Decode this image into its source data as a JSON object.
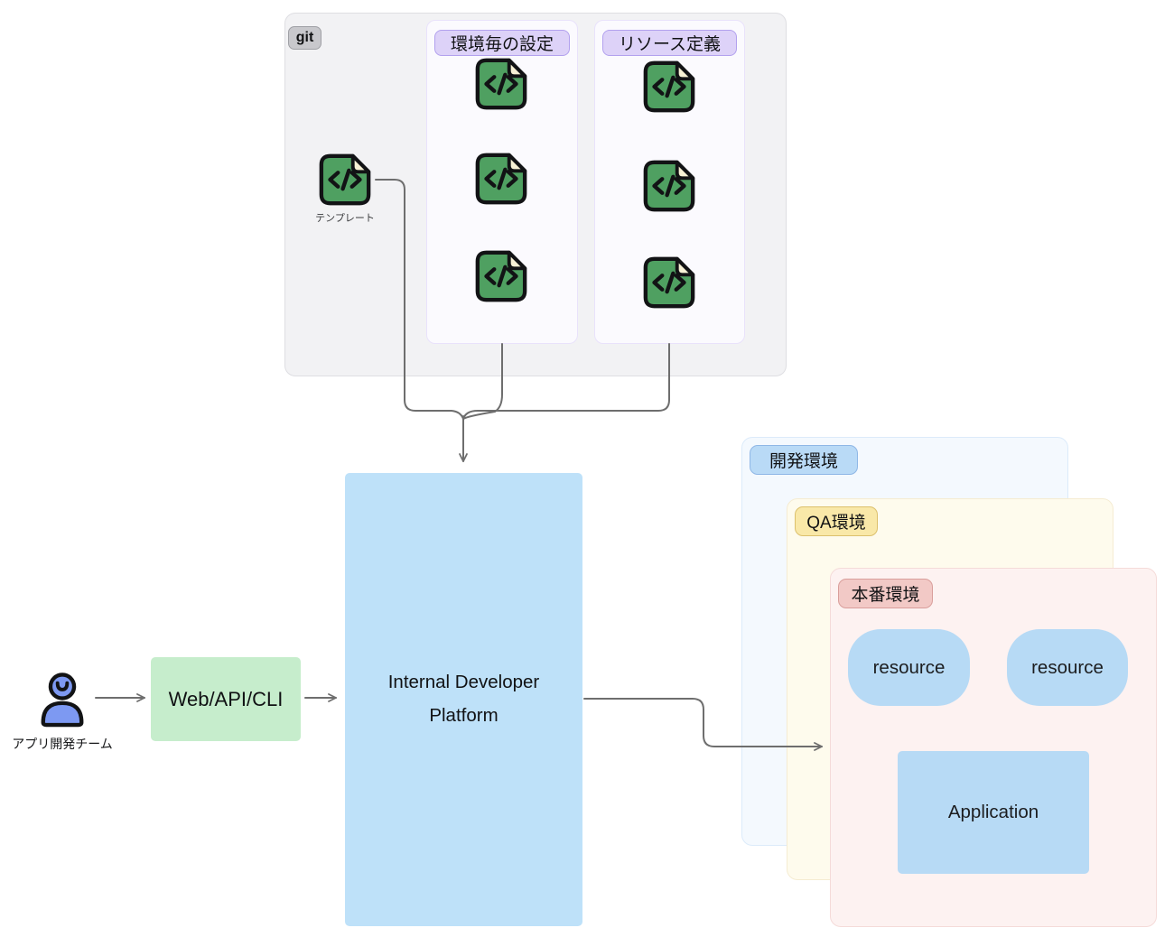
{
  "diagram_title": "internal-developer-platform-architecture",
  "git_repo": {
    "badge": "git",
    "template_label": "テンプレート",
    "panels": [
      {
        "label": "環境毎の設定",
        "file_count": 3
      },
      {
        "label": "リソース定義",
        "file_count": 3
      }
    ]
  },
  "actor": {
    "label": "アプリ開発チーム"
  },
  "gateway": {
    "label": "Web/API/CLI"
  },
  "platform": {
    "line1": "Internal Developer",
    "line2": "Platform"
  },
  "environments": [
    {
      "label": "開発環境",
      "fill": "#f4f9fe",
      "badge_fill": "#b9daf6"
    },
    {
      "label": "QA環境",
      "fill": "#fefbed",
      "badge_fill": "#f9e8a8"
    },
    {
      "label": "本番環境",
      "fill": "#fdf2f1",
      "badge_fill": "#f2c9c6",
      "resources": [
        "resource",
        "resource"
      ],
      "application": "Application"
    }
  ],
  "icons": {
    "code_file": "code-file-icon",
    "person": "person-icon",
    "arrow": "arrow-head-icon"
  },
  "colors": {
    "git_box_bg": "#f2f2f4",
    "git_badge_bg": "#c8c8cc",
    "panel_bg": "#fbfafe",
    "panel_badge_bg": "#ddd2f8",
    "code_icon_green": "#4fa061",
    "code_icon_fold": "#f7f1d5",
    "node_blue": "#b7daf5",
    "platform_blue": "#bee1f9",
    "gateway_green": "#c6edcc",
    "actor_blue": "#7d99f2",
    "arrow_gray": "#6e6e6e"
  }
}
